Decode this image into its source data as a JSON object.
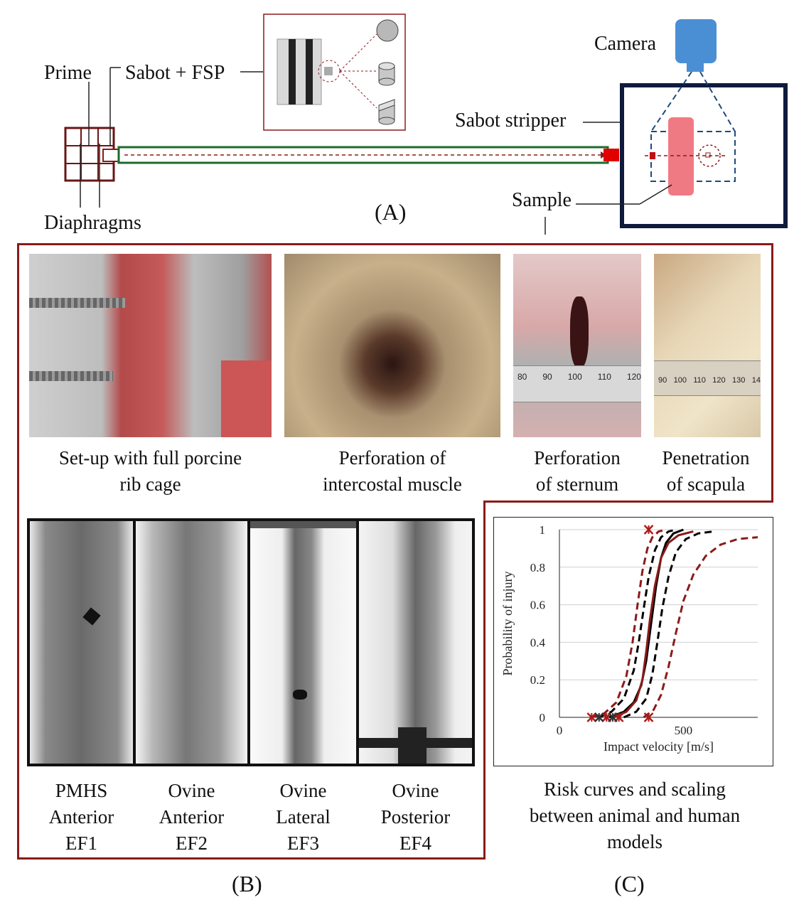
{
  "panel_a": {
    "label": "(A)",
    "camera": "Camera",
    "prime": "Prime",
    "sabot_fsp": "Sabot + FSP",
    "sabot_stripper": "Sabot stripper",
    "sample": "Sample",
    "diaphragms": "Diaphragms"
  },
  "panel_b": {
    "label": "(B)",
    "photos": [
      {
        "caption_line1": "Set-up with full porcine",
        "caption_line2": "rib cage"
      },
      {
        "caption_line1": "Perforation of",
        "caption_line2": "intercostal muscle"
      },
      {
        "caption_line1": "Perforation",
        "caption_line2": "of sternum",
        "ruler_ticks": [
          "80",
          "90",
          "100",
          "110",
          "120"
        ]
      },
      {
        "caption_line1": "Penetration",
        "caption_line2": "of scapula",
        "ruler_ticks": [
          "90",
          "100",
          "110",
          "120",
          "130",
          "14"
        ]
      }
    ],
    "xrays": [
      {
        "line1": "PMHS",
        "line2": "Anterior",
        "line3": "EF1"
      },
      {
        "line1": "Ovine",
        "line2": "Anterior",
        "line3": "EF2"
      },
      {
        "line1": "Ovine",
        "line2": "Lateral",
        "line3": "EF3"
      },
      {
        "line1": "Ovine",
        "line2": "Posterior",
        "line3": "EF4"
      }
    ]
  },
  "panel_c": {
    "label": "(C)",
    "caption_line1": "Risk curves and scaling",
    "caption_line2": "between animal and human",
    "caption_line3": "models"
  },
  "colors": {
    "dark_red": "#8b1a1a",
    "green": "#1e6b2e",
    "navy": "#0f1a3d",
    "camera_blue": "#4a8fd4",
    "sample_pink": "#f07a84"
  },
  "chart_data": {
    "type": "line",
    "xlabel": "Impact velocity [m/s]",
    "ylabel": "Probability of injury",
    "xlim": [
      0,
      800
    ],
    "ylim": [
      0,
      1
    ],
    "x_ticks": [
      "0",
      "500"
    ],
    "y_ticks": [
      "0",
      "0.2",
      "0.4",
      "0.6",
      "0.8",
      "1"
    ],
    "grid": "horizontal",
    "series": [
      {
        "color": "#000000",
        "style": "solid",
        "x": [
          200,
          260,
          300,
          330,
          350,
          370,
          390,
          410,
          430,
          460,
          500
        ],
        "y": [
          0,
          0.03,
          0.08,
          0.17,
          0.3,
          0.5,
          0.7,
          0.85,
          0.93,
          0.98,
          1
        ]
      },
      {
        "color": "#8b1a1a",
        "style": "solid",
        "x": [
          220,
          270,
          310,
          335,
          350,
          365,
          385,
          410,
          440,
          480,
          540
        ],
        "y": [
          0,
          0.03,
          0.09,
          0.2,
          0.35,
          0.52,
          0.7,
          0.85,
          0.93,
          0.97,
          0.99
        ]
      },
      {
        "color": "#000000",
        "style": "dashed",
        "x": [
          160,
          210,
          260,
          300,
          320,
          340,
          360,
          385,
          410,
          440,
          470
        ],
        "y": [
          0,
          0.03,
          0.1,
          0.25,
          0.4,
          0.58,
          0.75,
          0.89,
          0.96,
          0.99,
          1
        ]
      },
      {
        "color": "#000000",
        "style": "dashed",
        "x": [
          260,
          310,
          350,
          375,
          395,
          415,
          440,
          470,
          510,
          560,
          620
        ],
        "y": [
          0,
          0.03,
          0.1,
          0.23,
          0.4,
          0.58,
          0.75,
          0.88,
          0.95,
          0.98,
          0.99
        ]
      },
      {
        "color": "#8b1a1a",
        "style": "dashed",
        "x": [
          130,
          180,
          230,
          270,
          295,
          315,
          335,
          355,
          375,
          400,
          430
        ],
        "y": [
          0,
          0.02,
          0.08,
          0.22,
          0.4,
          0.6,
          0.78,
          0.9,
          0.96,
          0.99,
          1
        ]
      },
      {
        "color": "#8b1a1a",
        "style": "dashed",
        "x": [
          340,
          380,
          410,
          440,
          470,
          500,
          540,
          590,
          650,
          720,
          800
        ],
        "y": [
          0,
          0.04,
          0.12,
          0.27,
          0.45,
          0.62,
          0.76,
          0.86,
          0.92,
          0.95,
          0.96
        ]
      }
    ],
    "markers_red": {
      "x": [
        130,
        190,
        240,
        360
      ],
      "y": [
        0,
        0,
        0,
        0
      ]
    },
    "markers_black": {
      "x": [
        160,
        215
      ],
      "y": [
        0,
        0
      ]
    },
    "markers_top": {
      "x": [
        360
      ],
      "y": [
        1
      ]
    }
  }
}
